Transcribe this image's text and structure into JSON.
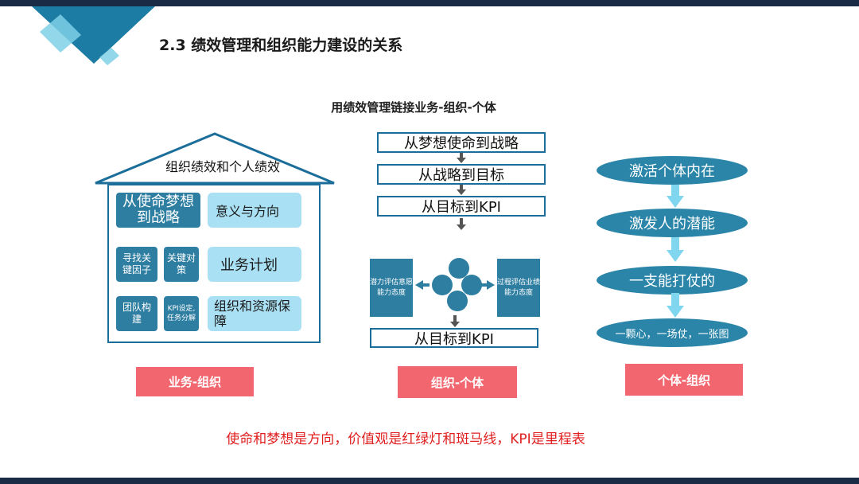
{
  "header": {
    "title": "2.3 绩效管理和组织能力建设的关系"
  },
  "diagram": {
    "subtitle": "用绩效管理链接业务-组织-个体",
    "left": {
      "roof_label": "组织绩效和个人绩效",
      "tiles": {
        "mission": "从使命梦想到战略",
        "direction": "意义与方向",
        "key_factor": "寻找关键因子",
        "key_measure": "关键对策",
        "business_plan": "业务计划",
        "team": "团队构建",
        "kpi_setting": "KPI设定,任务分解",
        "resources": "组织和资源保障"
      },
      "button": "业务-组织"
    },
    "middle": {
      "steps": [
        "从梦想使命到战略",
        "从战略到目标",
        "从目标到KPI"
      ],
      "left_box": "潜力评估意愿能力态度",
      "right_box": "过程评估业绩能力态度",
      "bottom_step": "从目标到KPI",
      "button": "组织-个体"
    },
    "right": {
      "ovals": [
        "激活个体内在",
        "激发人的潜能",
        "一支能打仗的",
        "一颗心，一场仗，一张图"
      ],
      "button": "个体-组织"
    },
    "caption": "使命和梦想是方向，价值观是红绿灯和斑马线，KPI是里程表"
  },
  "colors": {
    "navy": "#1a2b45",
    "primary_blue": "#2e7ea1",
    "light_blue": "#aae0f3",
    "pink": "#f2666f",
    "arrow_cyan": "#7fd6ee",
    "caption_red": "#e02020"
  }
}
